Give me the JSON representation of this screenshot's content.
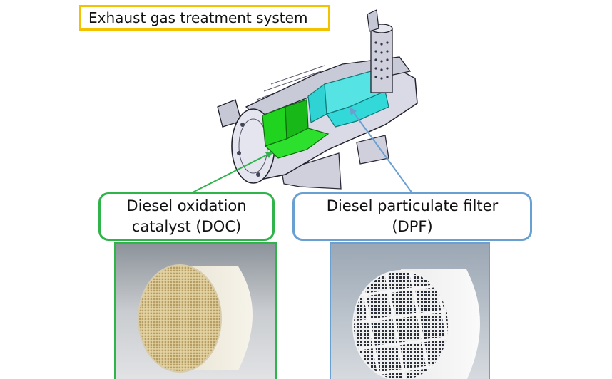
{
  "title": "Exhaust gas treatment system",
  "doc_label": {
    "line1": "Diesel oxidation",
    "line2": "catalyst (DOC)"
  },
  "dpf_label": {
    "line1": "Diesel particulate filter",
    "line2": "(DPF)"
  },
  "colors": {
    "title_border": "#f2c200",
    "doc_accent": "#2fb34a",
    "dpf_accent": "#6a9fd2",
    "doc_section": "#1fd31f",
    "dpf_section": "#33d8d8"
  }
}
